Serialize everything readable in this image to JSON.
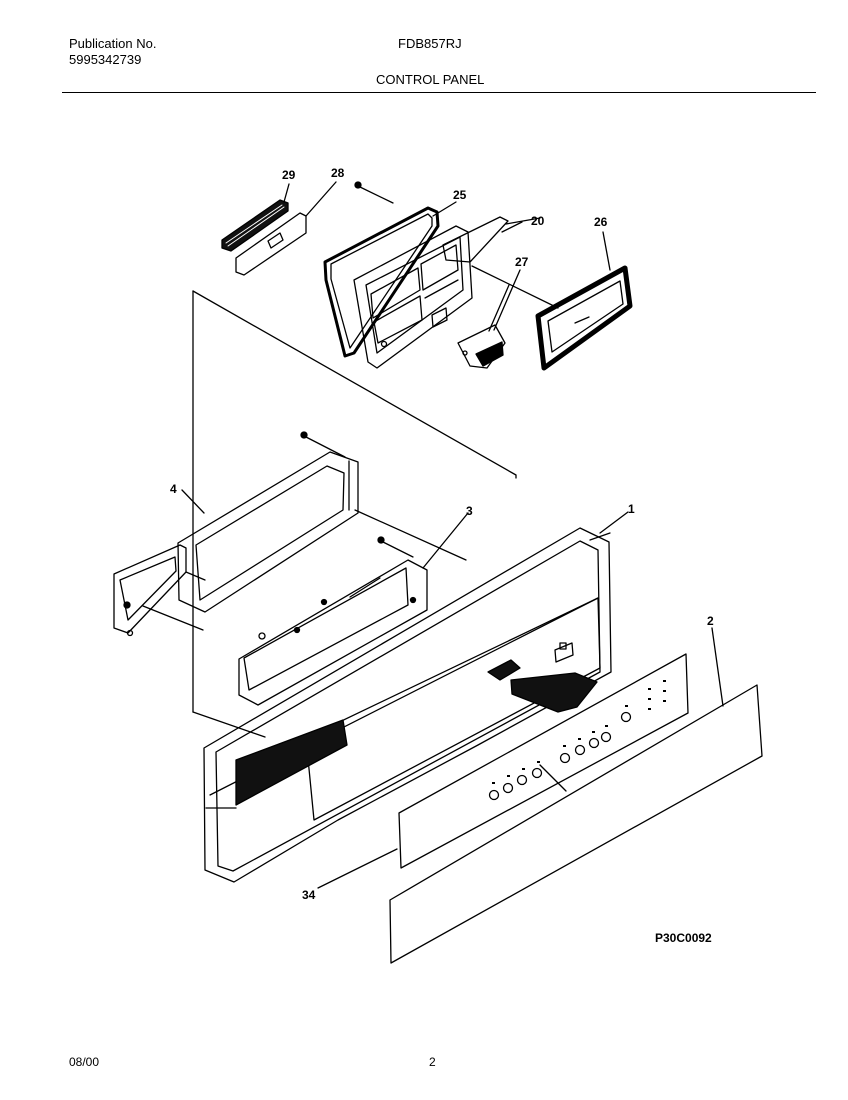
{
  "header": {
    "publication_label": "Publication No.",
    "publication_number": "5995342739",
    "model": "FDB857RJ",
    "section_title": "CONTROL PANEL"
  },
  "diagram": {
    "callouts": [
      "29",
      "28",
      "25",
      "20",
      "26",
      "27",
      "4",
      "3",
      "1",
      "2",
      "34"
    ],
    "drawing_code": "P30C0092"
  },
  "footer": {
    "date": "08/00",
    "page": "2"
  }
}
